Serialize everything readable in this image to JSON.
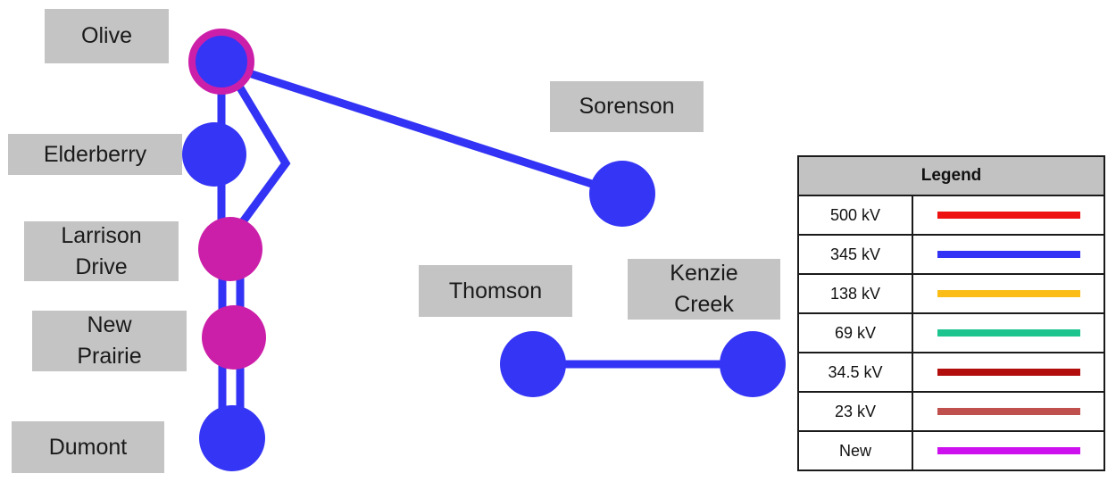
{
  "substations": {
    "olive": "Olive",
    "elderberry": "Elderberry",
    "larrison": "Larrison\nDrive",
    "newprairie": "New\nPrairie",
    "dumont": "Dumont",
    "sorenson": "Sorenson",
    "thomson": "Thomson",
    "kenzie": "Kenzie\nCreek"
  },
  "colors": {
    "line_345": "#3333f5",
    "node_345": "#3535f5",
    "node_new": "#cc1fa9",
    "label_bg": "#c4c4c4"
  },
  "legend": {
    "title": "Legend",
    "entries": [
      {
        "label": "500 kV",
        "color": "#ee1111"
      },
      {
        "label": "345 kV",
        "color": "#3333f5"
      },
      {
        "label": "138 kV",
        "color": "#fbbd15"
      },
      {
        "label": "69 kV",
        "color": "#1ec48e"
      },
      {
        "label": "34.5 kV",
        "color": "#b20e0e"
      },
      {
        "label": "23 kV",
        "color": "#c0504d"
      },
      {
        "label": "New",
        "color": "#cc11ee"
      }
    ]
  }
}
